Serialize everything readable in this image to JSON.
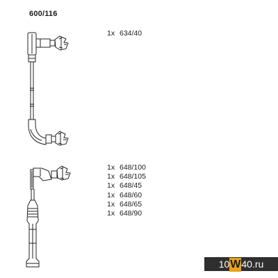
{
  "header": {
    "title": "600/116"
  },
  "parts_upper": [
    {
      "qty": "1x",
      "code": "634/40"
    }
  ],
  "parts_lower": [
    {
      "qty": "1x",
      "code": "648/100"
    },
    {
      "qty": "1x",
      "code": "648/105"
    },
    {
      "qty": "1x",
      "code": "648/45"
    },
    {
      "qty": "1x",
      "code": "648/60"
    },
    {
      "qty": "1x",
      "code": "648/65"
    },
    {
      "qty": "1x",
      "code": "648/90"
    }
  ],
  "logo": {
    "left": "10",
    "middle": "W",
    "right": "40.ru"
  },
  "colors": {
    "line": "#222222",
    "logo_bg": "#2f2f2f",
    "logo_accent": "#e8a317"
  }
}
